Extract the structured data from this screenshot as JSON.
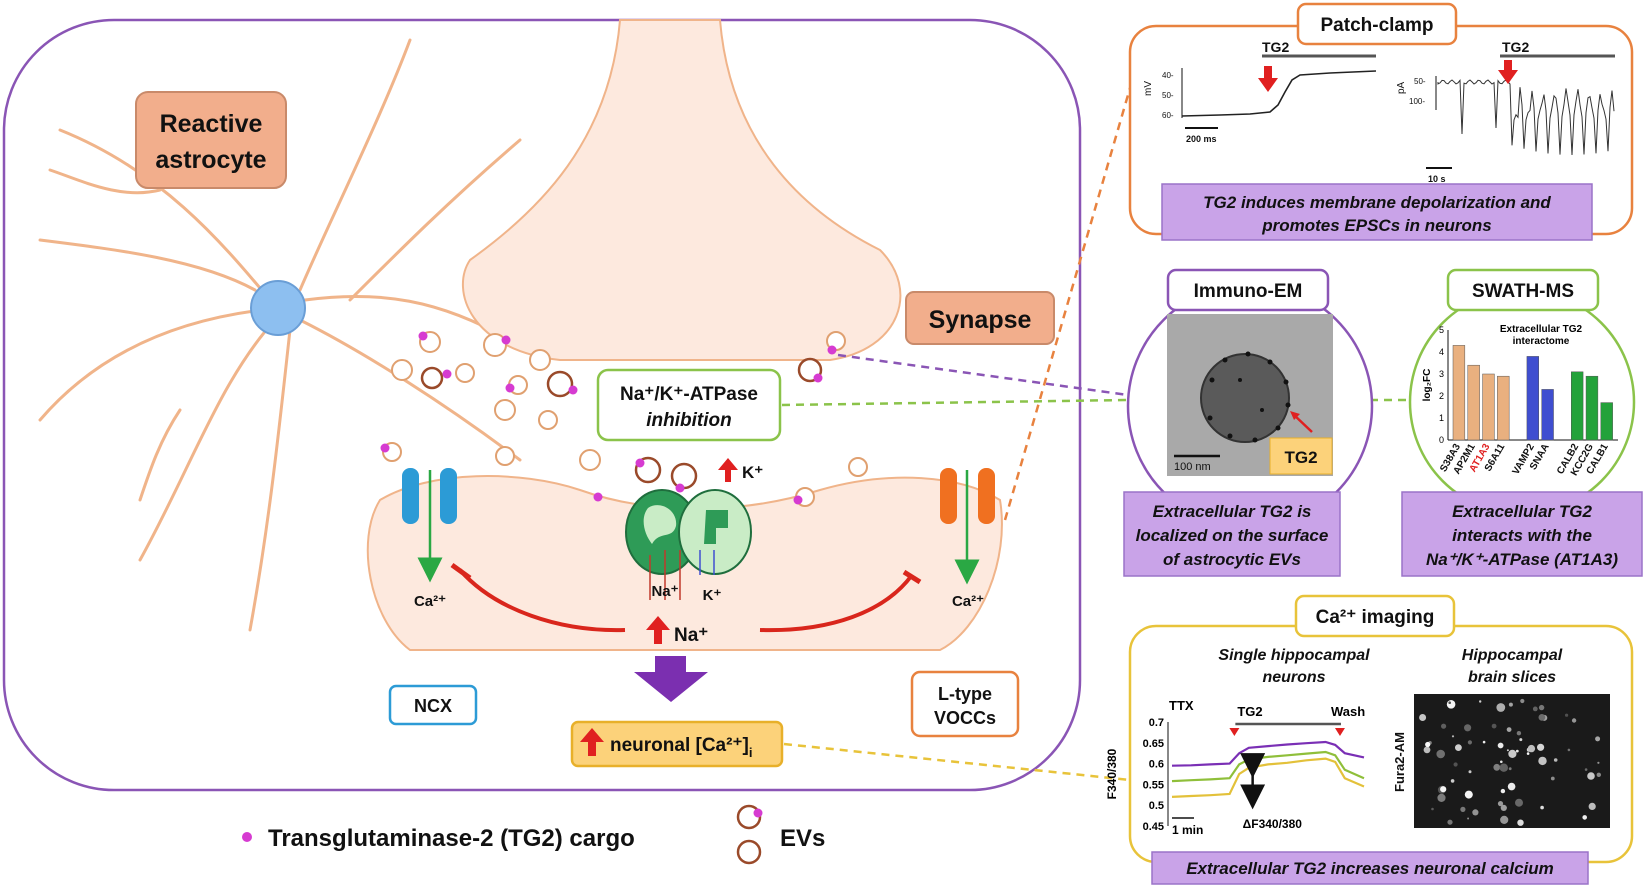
{
  "labels": {
    "reactive_astrocyte_1": "Reactive",
    "reactive_astrocyte_2": "astrocyte",
    "synapse": "Synapse",
    "atpase_1": "Na⁺/K⁺-ATPase",
    "atpase_2": "inhibition",
    "k": "K⁺",
    "ca_left": "Ca²⁺",
    "ca_right": "Ca²⁺",
    "na_pump": "Na⁺",
    "k_pump": "K⁺",
    "na_bottom": "Na⁺",
    "ncx": "NCX",
    "ltype_1": "L-type",
    "ltype_2": "VOCCs",
    "neuronal_ca": "neuronal [Ca²⁺]",
    "neuronal_ca_sub": "i"
  },
  "legend": {
    "tg2": "Transglutaminase-2 (TG2) cargo",
    "evs": "EVs"
  },
  "patch_clamp": {
    "title": "Patch-clamp",
    "tg2_left": "TG2",
    "tg2_right": "TG2",
    "mv_label": "mV",
    "mv_ticks": [
      "40-",
      "50-",
      "60-"
    ],
    "pa_label": "pA",
    "pa_ticks": [
      "50-",
      "100-"
    ],
    "scale_left": "200 ms",
    "scale_right": "10 s",
    "caption_1": "TG2 induces membrane depolarization and",
    "caption_2": "promotes EPSCs in neurons"
  },
  "immuno_em": {
    "title": "Immuno-EM",
    "scale": "100 nm",
    "tag": "TG2",
    "caption_1": "Extracellular TG2 is",
    "caption_2": "localized on the surface",
    "caption_3": "of astrocytic EVs"
  },
  "swath": {
    "title": "SWATH-MS",
    "caption_1": "Extracellular TG2",
    "caption_2": "interacts with the",
    "caption_3": "Na⁺/K⁺-ATPase (AT1A3)"
  },
  "chart_data": [
    {
      "type": "bar",
      "title": "Extracellular TG2 interactome",
      "ylabel": "log₂FC",
      "ylim": [
        0,
        5
      ],
      "yticks": [
        "0",
        "1",
        "2",
        "3",
        "4",
        "5"
      ],
      "categories": [
        "S38A3",
        "AP2M1",
        "AT1A3",
        "S6A11",
        "VAMP2",
        "SNAA",
        "CALB2",
        "KCC2G",
        "CALB1"
      ],
      "values": [
        4.3,
        3.4,
        3.0,
        2.9,
        3.8,
        2.3,
        3.1,
        2.9,
        1.7
      ],
      "colors": [
        "#e9b07f",
        "#e9b07f",
        "#e9b07f",
        "#e9b07f",
        "#3f4ed0",
        "#3f4ed0",
        "#23a23a",
        "#23a23a",
        "#23a23a"
      ],
      "highlight_label": "AT1A3",
      "highlight_color": "#e02020"
    },
    {
      "type": "line",
      "title": "TTX",
      "ylabel": "F340/380",
      "ylim": [
        0.45,
        0.7
      ],
      "yticks": [
        "0.7",
        "0.65",
        "0.6",
        "0.55",
        "0.5",
        "0.45"
      ],
      "xlabel": "",
      "x": [
        0,
        1,
        2,
        3,
        3.5,
        4,
        5,
        6,
        7,
        8,
        8.5,
        9,
        10
      ],
      "series": [
        {
          "color": "#7a2fb5",
          "values": [
            0.595,
            0.596,
            0.598,
            0.6,
            0.625,
            0.638,
            0.642,
            0.646,
            0.649,
            0.652,
            0.645,
            0.625,
            0.615
          ]
        },
        {
          "color": "#8fbf3a",
          "values": [
            0.558,
            0.56,
            0.562,
            0.565,
            0.598,
            0.61,
            0.616,
            0.62,
            0.624,
            0.628,
            0.62,
            0.585,
            0.565
          ]
        },
        {
          "color": "#e3c13a",
          "values": [
            0.52,
            0.522,
            0.524,
            0.527,
            0.575,
            0.59,
            0.598,
            0.602,
            0.608,
            0.612,
            0.604,
            0.565,
            0.545
          ]
        }
      ],
      "annotations": {
        "tg2": "TG2",
        "wash": "Wash",
        "scale": "1 min",
        "delta": "ΔF340/380"
      }
    }
  ],
  "calcium": {
    "title": "Ca²⁺ imaging",
    "single_1": "Single hippocampal",
    "single_2": "neurons",
    "slices_1": "Hippocampal",
    "slices_2": "brain slices",
    "fura": "Fura2-AM",
    "caption": "Extracellular TG2 increases neuronal calcium"
  },
  "colors": {
    "purple_frame": "#8a55b5",
    "orange_frame": "#e8823f",
    "yellow_frame": "#e8c33a",
    "green_frame": "#8bc34a",
    "caption_bg": "#c9a3e8",
    "cell_fill": "#fde9de",
    "cell_stroke": "#f0b48a"
  }
}
